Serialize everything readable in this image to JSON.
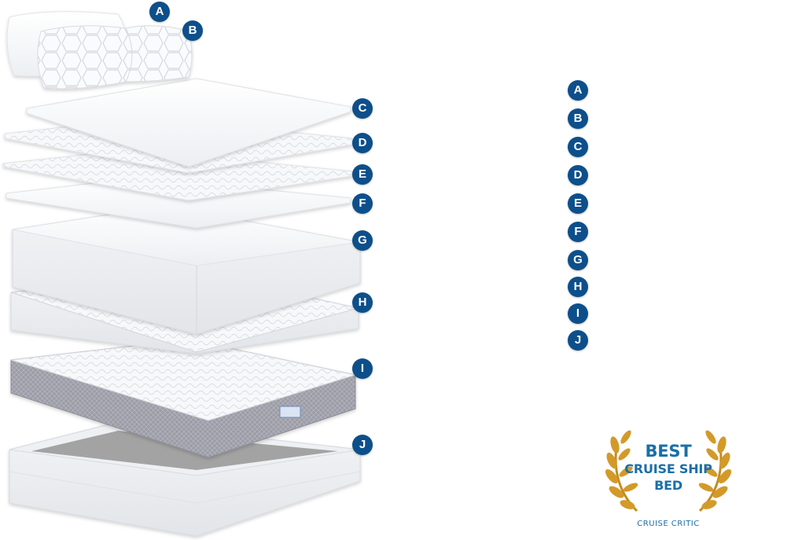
{
  "colors": {
    "badge": "#0d4f8b",
    "award_text": "#1a6fa8",
    "laurel": "#d39a2a",
    "mattress_border": "#9a9aa6"
  },
  "layers": [
    {
      "letter": "A",
      "label": ""
    },
    {
      "letter": "B",
      "label": ""
    },
    {
      "letter": "C",
      "label": ""
    },
    {
      "letter": "D",
      "label": ""
    },
    {
      "letter": "E",
      "label": ""
    },
    {
      "letter": "F",
      "label": ""
    },
    {
      "letter": "G",
      "label": ""
    },
    {
      "letter": "H",
      "label": ""
    },
    {
      "letter": "I",
      "label": ""
    },
    {
      "letter": "J",
      "label": ""
    }
  ],
  "award": {
    "line1": "BEST",
    "line2": "CRUISE SHIP",
    "line3": "BED",
    "source": "CRUISE CRITIC",
    "icon": "laurel-wreath-icon"
  }
}
